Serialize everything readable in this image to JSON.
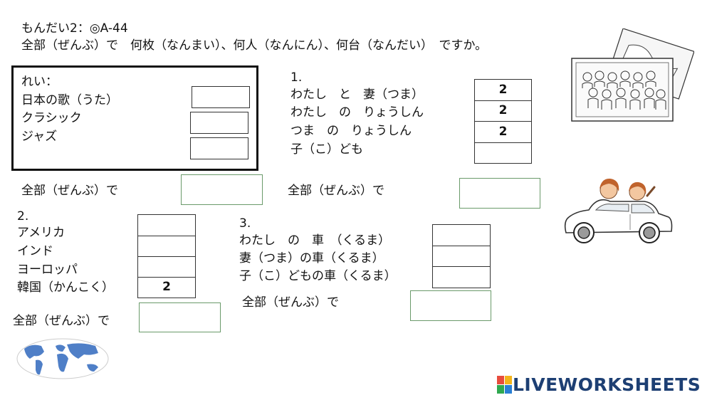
{
  "header": {
    "line1": "もんだい2：◎A-44",
    "line2": "全部（ぜんぶ）で　何枚（なんまい）、何人（なんにん）、何台（なんだい）　ですか。"
  },
  "example": {
    "title": "れい：",
    "items": [
      "日本の歌（うた）",
      "クラシック",
      "ジャズ"
    ],
    "answers": [
      "",
      "",
      ""
    ]
  },
  "total_label": "全部（ぜんぶ）で",
  "q1": {
    "number": "1.",
    "items": [
      "わたし　と　妻（つま）",
      "わたし　の　りょうしん",
      "つま　の　りょうしん",
      "子（こ）ども"
    ],
    "answers": [
      "2",
      "2",
      "2",
      ""
    ]
  },
  "q2": {
    "number": "2.",
    "items": [
      "アメリカ",
      "インド",
      "ヨーロッパ",
      "韓国（かんこく）"
    ],
    "answers": [
      "",
      "",
      "",
      "2"
    ]
  },
  "q3": {
    "number": "3.",
    "items": [
      "わたし　の　車　（くるま）",
      "妻（つま）の車（くるま）",
      "子（こ）どもの車（くるま）"
    ],
    "answers": [
      "",
      "",
      ""
    ]
  },
  "brand": {
    "logo_text": "LIVEWORKSHEETS",
    "color": "#1d3f73"
  },
  "icons": [
    "family-photo-icon",
    "car-icon",
    "world-map-icon",
    "liveworksheets-logo-icon"
  ]
}
